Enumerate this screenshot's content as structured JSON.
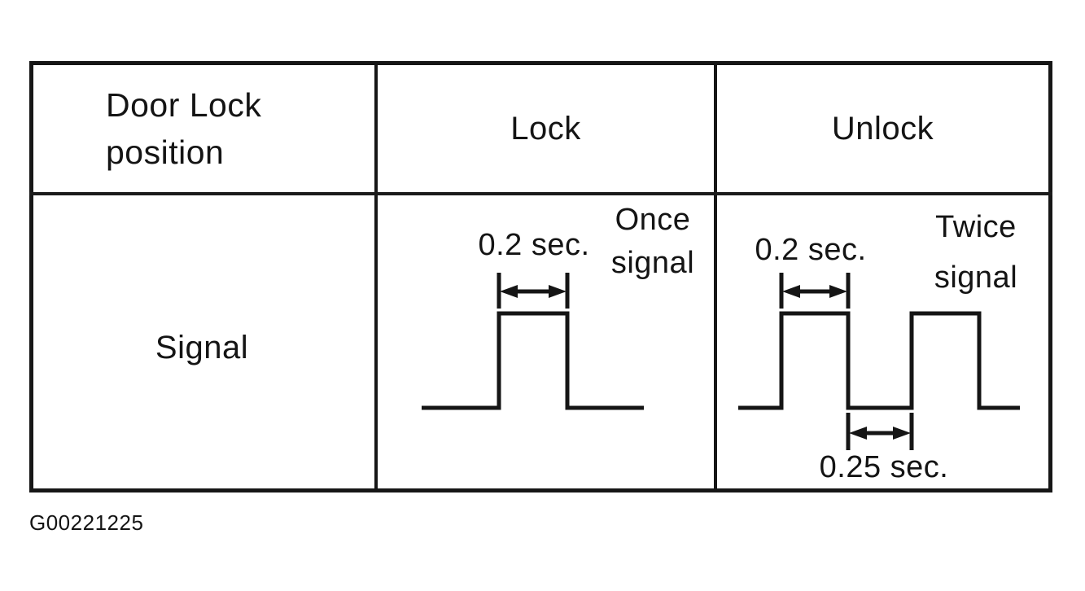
{
  "figure_id": "G00221225",
  "colors": {
    "ink": "#151515",
    "paper": "#ffffff"
  },
  "table": {
    "row_header": {
      "title_line1": "Door Lock",
      "title_line2": "position",
      "signal_row_label": "Signal"
    },
    "columns": [
      {
        "label": "Lock"
      },
      {
        "label": "Unlock"
      }
    ]
  },
  "lock_cell": {
    "pulse_width_label": "0.2 sec.",
    "count_note_line1": "Once",
    "count_note_line2": "signal"
  },
  "unlock_cell": {
    "pulse_width_label": "0.2 sec.",
    "count_note_line1": "Twice",
    "count_note_line2": "signal",
    "pulse_gap_label": "0.25 sec."
  },
  "waveform_data": {
    "lock": {
      "pulses": 1,
      "pulse_width_sec": 0.2
    },
    "unlock": {
      "pulses": 2,
      "pulse_width_sec": 0.2,
      "gap_between_pulses_sec": 0.25
    }
  }
}
